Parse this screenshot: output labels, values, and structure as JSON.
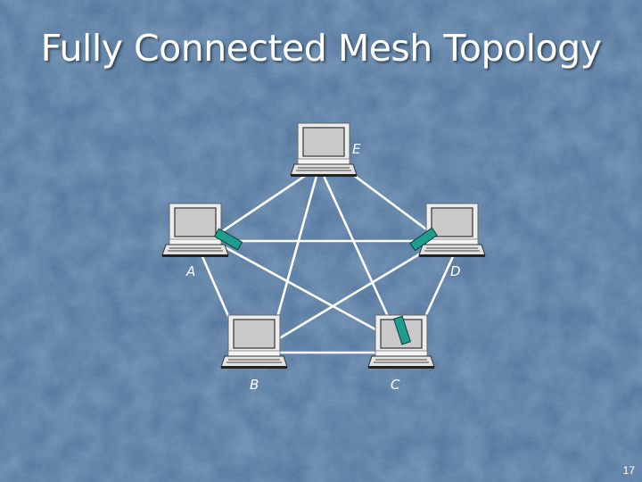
{
  "slide": {
    "title": "Fully Connected Mesh Topology",
    "page_number": "17"
  },
  "colors": {
    "background": "#4a6f97",
    "link": "#ffffff",
    "connector": "#1f9c8c",
    "laptop_screen": "#c9c9c9",
    "laptop_body": "#e2e2e2"
  },
  "nodes": [
    {
      "id": "E",
      "label": "E"
    },
    {
      "id": "A",
      "label": "A"
    },
    {
      "id": "D",
      "label": "D"
    },
    {
      "id": "B",
      "label": "B"
    },
    {
      "id": "C",
      "label": "C"
    }
  ],
  "links": [
    [
      "E",
      "A"
    ],
    [
      "E",
      "D"
    ],
    [
      "E",
      "B"
    ],
    [
      "E",
      "C"
    ],
    [
      "A",
      "D"
    ],
    [
      "A",
      "B"
    ],
    [
      "A",
      "C"
    ],
    [
      "D",
      "B"
    ],
    [
      "D",
      "C"
    ],
    [
      "B",
      "C"
    ]
  ]
}
